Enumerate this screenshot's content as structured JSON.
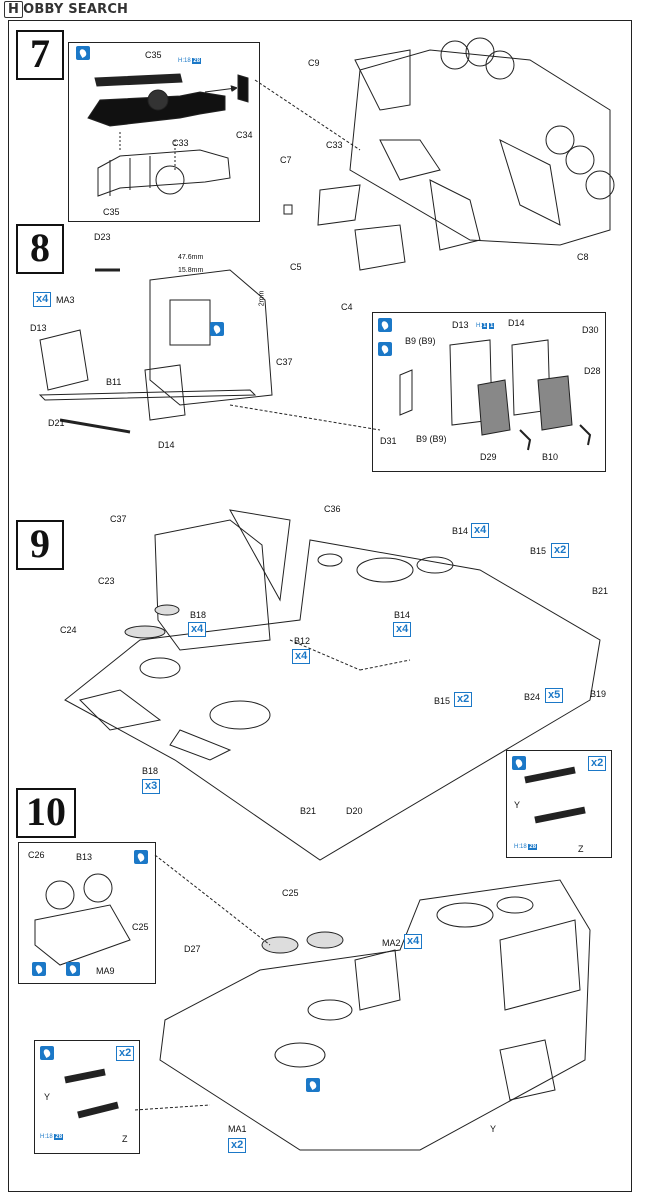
{
  "watermark": {
    "prefix": "H",
    "text": "BBY SEARCH",
    "badge": "O"
  },
  "steps": [
    {
      "id": "step7",
      "number": "7"
    },
    {
      "id": "step8",
      "number": "8"
    },
    {
      "id": "step9",
      "number": "9"
    },
    {
      "id": "step10",
      "number": "10"
    }
  ],
  "labels": {
    "s7": {
      "c35a": "C35",
      "c33a": "C33",
      "c34": "C34",
      "c35b": "C35",
      "h": "H",
      "n18": "18",
      "n28": "28",
      "c9": "C9",
      "c33b": "C33",
      "c7": "C7",
      "c5": "C5",
      "c4": "C4",
      "c8": "C8"
    },
    "s8": {
      "d23": "D23",
      "dim1": "47.6mm",
      "dim2": "15.8mm",
      "dim3": "2mm",
      "ma3": "MA3",
      "x4": "x4",
      "d13": "D13",
      "c37": "C37",
      "b11": "B11",
      "d21": "D21",
      "d14": "D14",
      "in_d13": "D13",
      "in_h": "H",
      "in_1a": "1",
      "in_1b": "1",
      "in_d14": "D14",
      "in_d30": "D30",
      "in_b9a": "B9 (B9)",
      "in_d28": "D28",
      "in_d31": "D31",
      "in_b9b": "B9 (B9)",
      "in_d29": "D29",
      "in_b10": "B10"
    },
    "s9": {
      "c37": "C37",
      "c36": "C36",
      "b14a": "B14",
      "x4a": "x4",
      "b15a": "B15",
      "x2a": "x2",
      "c23": "C23",
      "b21a": "B21",
      "b18a": "B18",
      "x4b": "x4",
      "c24": "C24",
      "b14b": "B14",
      "x4c": "x4",
      "b12": "B12",
      "x4d": "x4",
      "b19": "B19",
      "b24": "B24",
      "x5": "x5",
      "b15b": "B15",
      "x2b": "x2",
      "b18b": "B18",
      "x3": "x3",
      "b21b": "B21",
      "d20": "D20"
    },
    "s10": {
      "x2a": "x2",
      "y1": "Y",
      "z1": "Z",
      "h1": "H",
      "n18a": "18",
      "n28a": "28",
      "c26": "C26",
      "b13": "B13",
      "c25a": "C25",
      "ma9": "MA9",
      "c25b": "C25",
      "d27": "D27",
      "ma2": "MA2",
      "x4": "x4",
      "y2": "Y",
      "z2": "Z",
      "h2": "H",
      "n18b": "18",
      "n28b": "28",
      "x2b": "x2",
      "ma1": "MA1",
      "x2c": "x2",
      "y3": "Y"
    }
  }
}
